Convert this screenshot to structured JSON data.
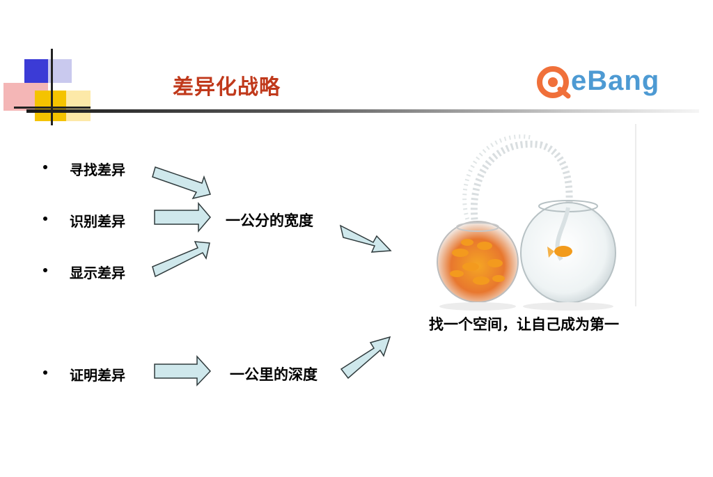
{
  "slide": {
    "title": "差异化战略",
    "logo": {
      "text": "eBang"
    },
    "bullets": [
      {
        "label": "寻找差异"
      },
      {
        "label": "识别差异"
      },
      {
        "label": "显示差异"
      },
      {
        "label": "证明差异"
      }
    ],
    "results": {
      "breadth": "一公分的宽度",
      "depth": "一公里的深度"
    },
    "image": {
      "description": "fishbowl-jump-icon",
      "caption": "找一个空间，让自己成为第一"
    },
    "colors": {
      "title": "#c0391b",
      "arrow_fill": "#cfe8ec",
      "logo_blue": "#4d9ad3",
      "logo_orange": "#f0703a"
    }
  }
}
